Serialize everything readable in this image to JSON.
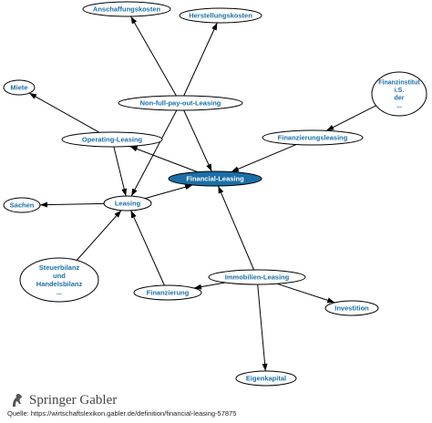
{
  "diagram": {
    "nodes": [
      {
        "id": "anschaffungskosten",
        "lines": [
          "Anschaffungskosten"
        ]
      },
      {
        "id": "herstellungskosten",
        "lines": [
          "Herstellungskosten"
        ]
      },
      {
        "id": "miete",
        "lines": [
          "Miete"
        ]
      },
      {
        "id": "finanzinstitut",
        "lines": [
          "Finanzinstitut",
          "i.S.",
          "der",
          "..."
        ]
      },
      {
        "id": "non-full-pay-out-leasing",
        "lines": [
          "Non-full-pay-out-Leasing"
        ]
      },
      {
        "id": "operating-leasing",
        "lines": [
          "Operating-Leasing"
        ]
      },
      {
        "id": "finanzierungsleasing",
        "lines": [
          "Finanzierungsleasing"
        ]
      },
      {
        "id": "financial-leasing",
        "lines": [
          "Financial-Leasing"
        ],
        "highlight": true
      },
      {
        "id": "sachen",
        "lines": [
          "Sachen"
        ]
      },
      {
        "id": "leasing",
        "lines": [
          "Leasing"
        ]
      },
      {
        "id": "steuerbilanz",
        "lines": [
          "Steuerbilanz",
          "und",
          "Handelsbilanz",
          "..."
        ]
      },
      {
        "id": "immobilien-leasing",
        "lines": [
          "Immobilien-Leasing"
        ]
      },
      {
        "id": "finanzierung",
        "lines": [
          "Finanzierung"
        ]
      },
      {
        "id": "investition",
        "lines": [
          "Investition"
        ]
      },
      {
        "id": "eigenkapital",
        "lines": [
          "Eigenkapital"
        ]
      }
    ],
    "edges": [
      {
        "from": "non-full-pay-out-leasing",
        "to": "anschaffungskosten"
      },
      {
        "from": "non-full-pay-out-leasing",
        "to": "herstellungskosten"
      },
      {
        "from": "non-full-pay-out-leasing",
        "to": "financial-leasing"
      },
      {
        "from": "non-full-pay-out-leasing",
        "to": "leasing"
      },
      {
        "from": "operating-leasing",
        "to": "miete"
      },
      {
        "from": "operating-leasing",
        "to": "leasing"
      },
      {
        "from": "financial-leasing",
        "to": "operating-leasing"
      },
      {
        "from": "finanzinstitut",
        "to": "finanzierungsleasing"
      },
      {
        "from": "finanzierungsleasing",
        "to": "financial-leasing"
      },
      {
        "from": "leasing",
        "to": "financial-leasing"
      },
      {
        "from": "leasing",
        "to": "sachen"
      },
      {
        "from": "steuerbilanz",
        "to": "leasing"
      },
      {
        "from": "finanzierung",
        "to": "leasing"
      },
      {
        "from": "immobilien-leasing",
        "to": "financial-leasing"
      },
      {
        "from": "immobilien-leasing",
        "to": "finanzierung"
      },
      {
        "from": "immobilien-leasing",
        "to": "investition"
      },
      {
        "from": "immobilien-leasing",
        "to": "eigenkapital"
      }
    ],
    "colors": {
      "label": "#1a6fa8",
      "highlight_fill": "#1a6fa8",
      "highlight_text": "#ffffff",
      "stroke": "#000000",
      "node_fill": "#ffffff"
    }
  },
  "footer": {
    "logo_icon": "springer-horse-icon",
    "logo_brand": "Springer",
    "logo_sub": "Gabler",
    "source": "Quelle: https://wirtschaftslexikon.gabler.de/definition/financial-leasing-57875"
  }
}
